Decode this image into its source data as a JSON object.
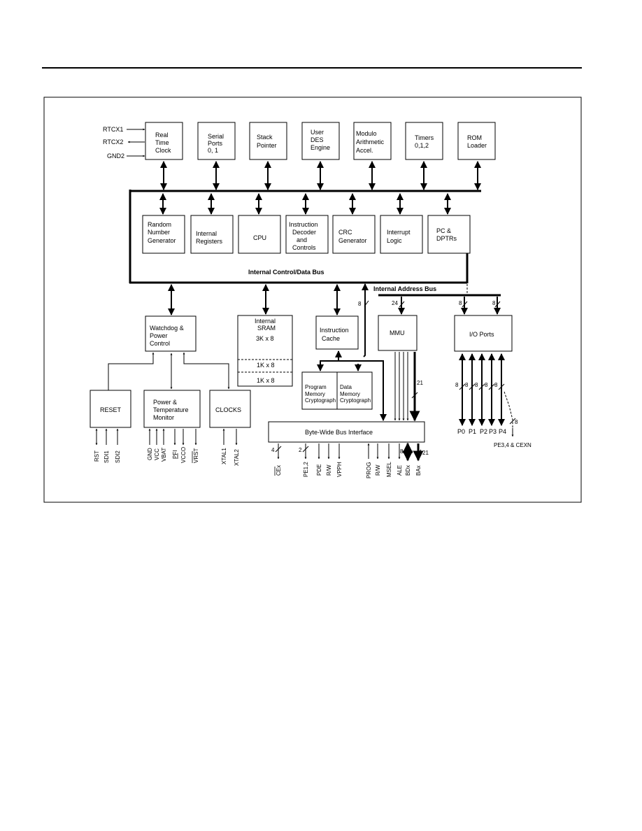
{
  "blocks": {
    "rtc": [
      "Real",
      "Time",
      "Clock"
    ],
    "serial": [
      "Serial",
      "Ports",
      "0, 1"
    ],
    "stack": [
      "Stack",
      "Pointer"
    ],
    "des": [
      "User",
      "DES",
      "Engine"
    ],
    "modulo": [
      "Modulo",
      "Arithmetic",
      "Accel."
    ],
    "timers": [
      "Timers",
      "0,1,2"
    ],
    "rom": [
      "ROM",
      "Loader"
    ],
    "rng": [
      "Random",
      "Number",
      "Generator"
    ],
    "intreg": [
      "Internal",
      "Registers"
    ],
    "cpu": [
      "CPU"
    ],
    "idc": [
      "Instruction",
      "Decoder",
      "and",
      "Controls"
    ],
    "crc": [
      "CRC",
      "Generator"
    ],
    "intlogic": [
      "Interrupt",
      "Logic"
    ],
    "pc": [
      "PC &",
      "DPTRs"
    ],
    "watchdog": [
      "Watchdog &",
      "Power",
      "Control"
    ],
    "sram": [
      "Internal",
      "SRAM",
      "3K x 8"
    ],
    "sram_1a": "1K x 8",
    "sram_1b": "1K x 8",
    "icache": [
      "Instruction",
      "Cache"
    ],
    "mmu": [
      "MMU"
    ],
    "io": [
      "I/O Ports"
    ],
    "progcrypt": [
      "Program",
      "Memory",
      "Cryptograph"
    ],
    "datacrypt": [
      "Data",
      "Memory",
      "Cryptograph"
    ],
    "reset": [
      "RESET"
    ],
    "power": [
      "Power &",
      "Temperature",
      "Monitor"
    ],
    "clocks": [
      "CLOCKS"
    ],
    "bwbi": "Byte-Wide Bus Interface"
  },
  "bus_labels": {
    "control": "Internal Control/Data Bus",
    "address": "Internal Address Bus"
  },
  "ext_left": [
    "RTCX1",
    "RTCX2",
    "GND2"
  ],
  "pins": {
    "reset": [
      "RST",
      "SDI1",
      "SDI2"
    ],
    "power": [
      "GND",
      "VCC",
      "VBAT",
      "PFI",
      "VCCO",
      "VRST"
    ],
    "clocks": [
      "XTAL1",
      "XTAL2"
    ],
    "bus": [
      "CEx",
      "PE1,2",
      "PDE",
      "R/W",
      "VPPH",
      "PROG",
      "R/W",
      "MSEL",
      "ALE",
      "BDx",
      "BAx"
    ]
  },
  "ports": [
    "P0",
    "P1",
    "P2",
    "P3",
    "P4"
  ],
  "port_ext": "PE3,4 & CEXN",
  "widths": {
    "addr_cache": "8",
    "addr_mmu": "24",
    "addr_io_a": "8",
    "addr_io_b": "8",
    "mmu_bus": "21",
    "port_p0": "8",
    "port_p1": "8",
    "port_p2": "8",
    "port_p3": "8",
    "port_p4": "8",
    "port_ext": "8",
    "cex": "4",
    "pe": "2",
    "bd": "8",
    "ba": "21"
  }
}
